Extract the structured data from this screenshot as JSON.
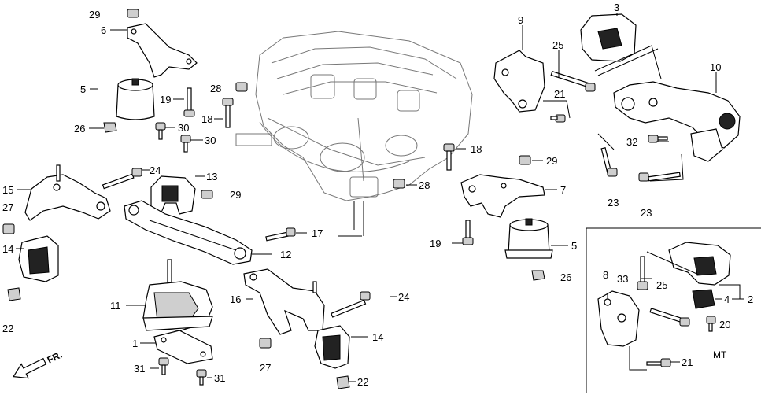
{
  "callouts": {
    "c29a": "29",
    "c6": "6",
    "c5a": "5",
    "c19a": "19",
    "c26a": "26",
    "c28a": "28",
    "c18a": "18",
    "c30a": "30",
    "c30b": "30",
    "c15": "15",
    "c24a": "24",
    "c13": "13",
    "c29b": "29",
    "c27a": "27",
    "c14a": "14",
    "c22a": "22",
    "c17": "17",
    "c12": "12",
    "c11": "11",
    "c1": "1",
    "c31a": "31",
    "c31b": "31",
    "c16": "16",
    "c24b": "24",
    "c14b": "14",
    "c27b": "27",
    "c22b": "22",
    "c9": "9",
    "c25a": "25",
    "c21a": "21",
    "c3": "3",
    "c10": "10",
    "c18b": "18",
    "c29c": "29",
    "c28b": "28",
    "c7": "7",
    "c32": "32",
    "c23a": "23",
    "c23b": "23",
    "c19b": "19",
    "c5b": "5",
    "c26b": "26",
    "c8": "8",
    "c33": "33",
    "c25b": "25",
    "c4": "4",
    "c2": "2",
    "c20": "20",
    "c21b": "21"
  },
  "fr_label": "FR.",
  "mt_label": "MT"
}
